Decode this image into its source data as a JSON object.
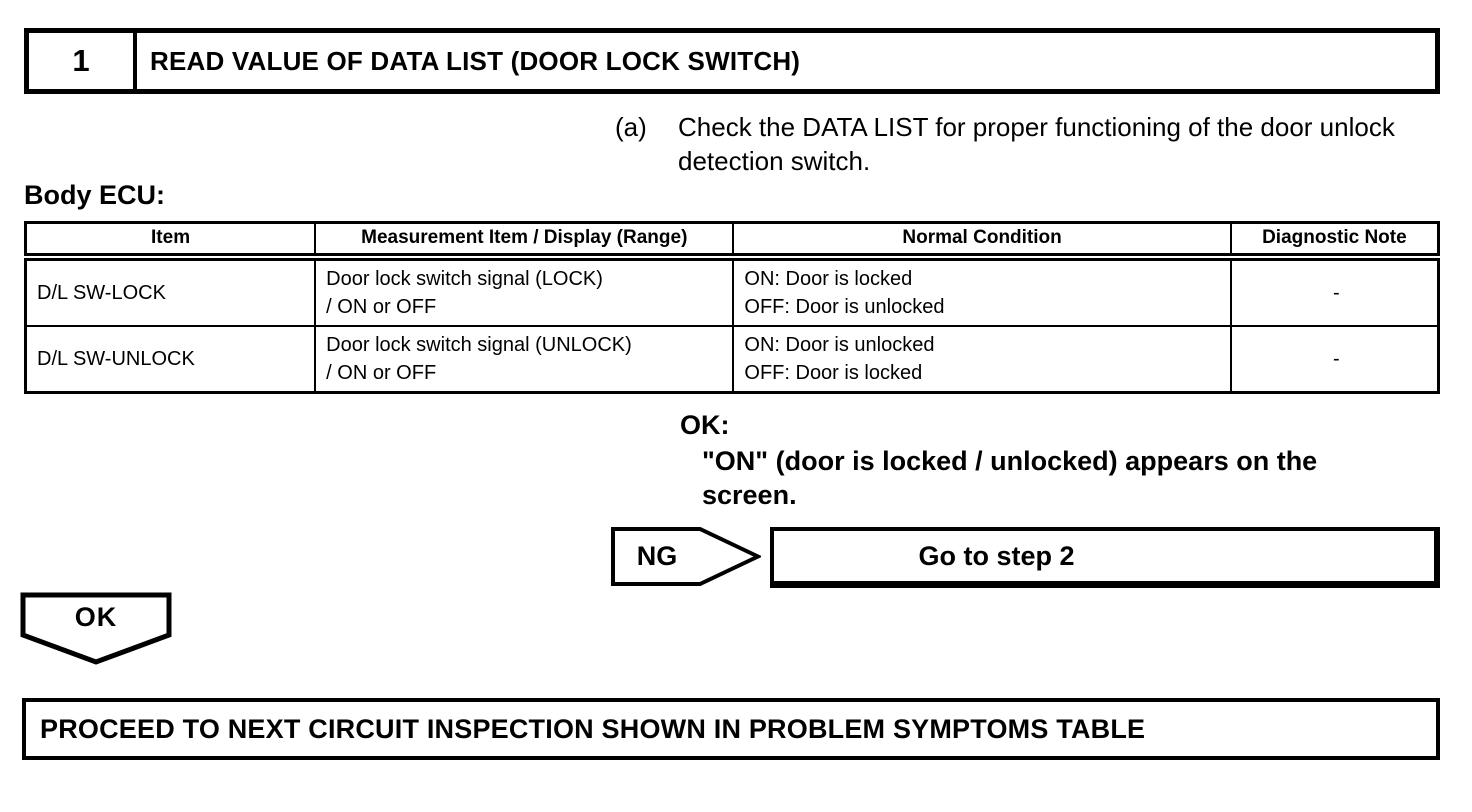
{
  "page": {
    "background_color": "#ffffff",
    "ink_color": "#000000"
  },
  "step_header": {
    "number": "1",
    "title": "READ VALUE OF DATA LIST (DOOR LOCK SWITCH)"
  },
  "instruction": {
    "marker": "(a)",
    "text": "Check the DATA LIST for proper functioning of the door unlock detection switch."
  },
  "table": {
    "caption": "Body ECU:",
    "columns": [
      "Item",
      "Measurement Item / Display (Range)",
      "Normal Condition",
      "Diagnostic Note"
    ],
    "rows": [
      {
        "item": "D/L SW-LOCK",
        "measurement": "Door lock switch signal (LOCK)\n/ ON or OFF",
        "normal_condition": "ON: Door is locked\nOFF: Door is unlocked",
        "diagnostic_note": "-"
      },
      {
        "item": "D/L SW-UNLOCK",
        "measurement": "Door lock switch signal (UNLOCK)\n/ ON or OFF",
        "normal_condition": "ON: Door is unlocked\nOFF: Door is locked",
        "diagnostic_note": "-"
      }
    ]
  },
  "ok_note": {
    "label": "OK:",
    "text": "\"ON\" (door is locked / unlocked) appears on the screen."
  },
  "ng_branch": {
    "label": "NG",
    "result": "Go to step 2"
  },
  "ok_branch": {
    "label": "OK"
  },
  "footer": {
    "text": "PROCEED TO NEXT CIRCUIT INSPECTION SHOWN IN PROBLEM SYMPTOMS TABLE"
  }
}
